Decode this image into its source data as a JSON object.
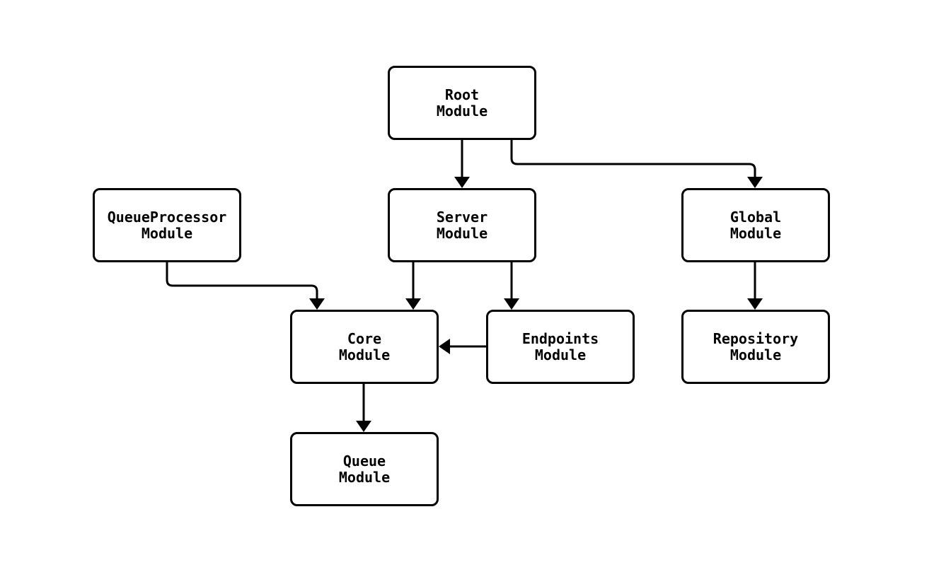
{
  "diagram": {
    "type": "module-dependency-graph",
    "nodes": [
      {
        "id": "root",
        "label": "Root\nModule"
      },
      {
        "id": "queueprocessor",
        "label": "QueueProcessor\nModule"
      },
      {
        "id": "server",
        "label": "Server\nModule"
      },
      {
        "id": "global",
        "label": "Global\nModule"
      },
      {
        "id": "core",
        "label": "Core\nModule"
      },
      {
        "id": "endpoints",
        "label": "Endpoints\nModule"
      },
      {
        "id": "repository",
        "label": "Repository\nModule"
      },
      {
        "id": "queue",
        "label": "Queue\nModule"
      }
    ],
    "edges": [
      {
        "from": "root",
        "to": "server"
      },
      {
        "from": "root",
        "to": "global"
      },
      {
        "from": "queueprocessor",
        "to": "core"
      },
      {
        "from": "server",
        "to": "core"
      },
      {
        "from": "server",
        "to": "endpoints"
      },
      {
        "from": "endpoints",
        "to": "core"
      },
      {
        "from": "global",
        "to": "repository"
      },
      {
        "from": "core",
        "to": "queue"
      }
    ],
    "colors": {
      "background": "#ffffff",
      "node_fill": "#ffffff",
      "node_border": "#000000",
      "text": "#000000",
      "connector": "#000000"
    }
  }
}
